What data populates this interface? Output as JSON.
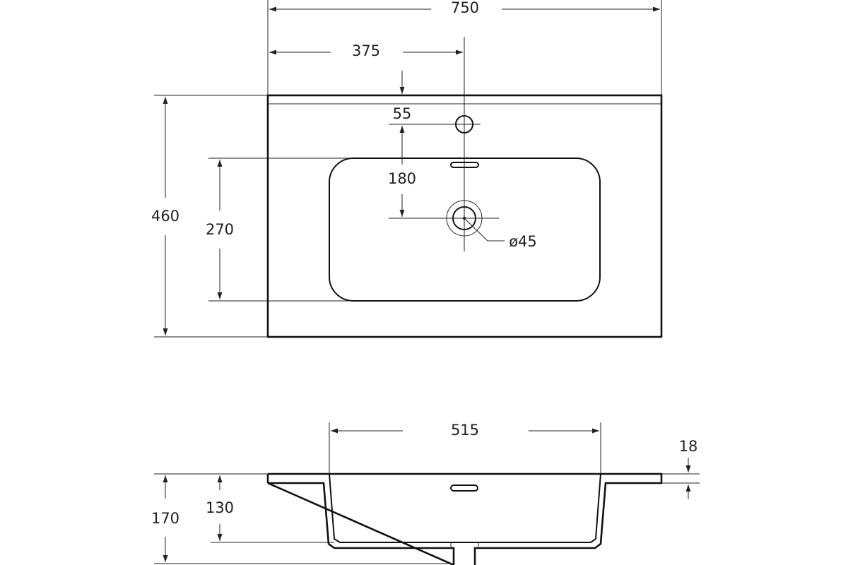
{
  "dimensions": {
    "total_width": "750",
    "half_width": "375",
    "total_depth": "460",
    "basin_depth": "270",
    "tap_hole_offset": "55",
    "tap_to_drain": "180",
    "drain_diameter": "ø45",
    "basin_width": "515",
    "slab_thickness": "18",
    "total_height": "170",
    "basin_height": "130"
  },
  "colors": {
    "line": "#111111",
    "background": "#ffffff"
  }
}
